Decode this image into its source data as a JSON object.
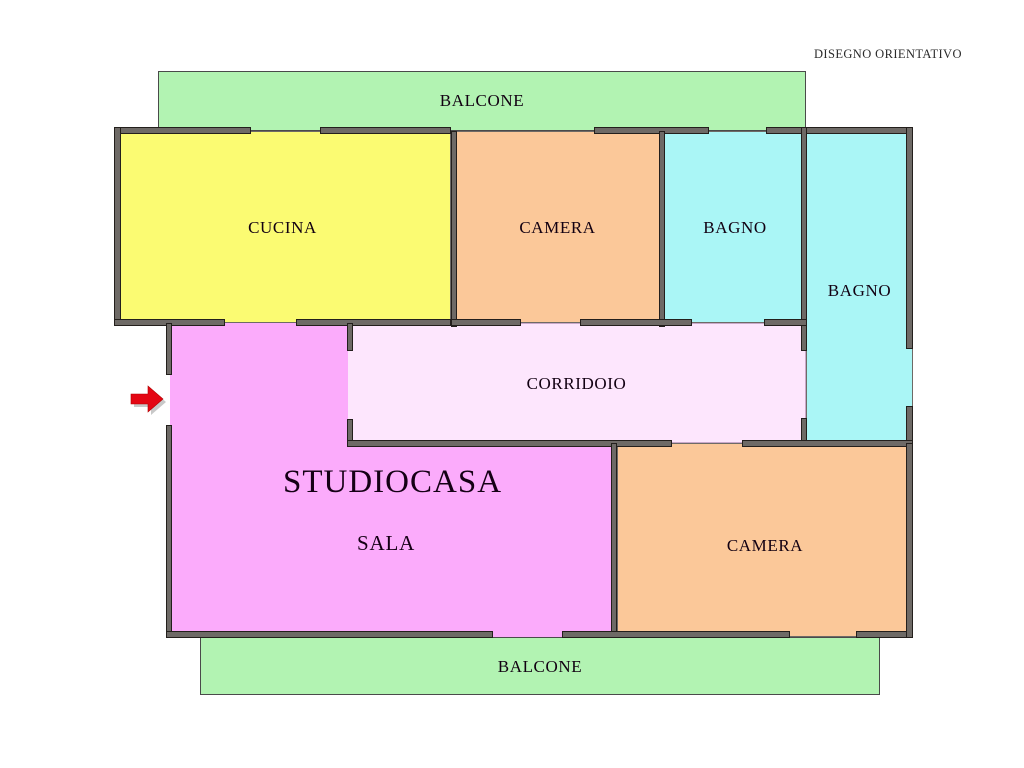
{
  "header": {
    "note": "DISEGNO ORIENTATIVO"
  },
  "watermark": {
    "brand": "STUDIOCASA"
  },
  "colors": {
    "balcony": "#b2f3b2",
    "kitchen": "#fbfb72",
    "bedroom": "#fbc899",
    "bathroom": "#aaf6f6",
    "living": "#fbabfb",
    "corridor": "#fde6fd",
    "wall_fill": "#6e6a66",
    "wall_stroke": "#231f1c",
    "arrow": "#e40613",
    "outline": "#4a4a4a",
    "text": "#120012"
  },
  "rooms": [
    {
      "id": "balcone-top",
      "label": "BALCONE",
      "color_key": "balcony"
    },
    {
      "id": "cucina",
      "label": "CUCINA",
      "color_key": "kitchen"
    },
    {
      "id": "camera-top",
      "label": "CAMERA",
      "color_key": "bedroom"
    },
    {
      "id": "bagno-1",
      "label": "BAGNO",
      "color_key": "bathroom"
    },
    {
      "id": "bagno-2",
      "label": "BAGNO",
      "color_key": "bathroom"
    },
    {
      "id": "corridoio",
      "label": "CORRIDOIO",
      "color_key": "corridor"
    },
    {
      "id": "sala",
      "label": "SALA",
      "color_key": "living"
    },
    {
      "id": "camera-bottom",
      "label": "CAMERA",
      "color_key": "bedroom"
    },
    {
      "id": "balcone-bottom",
      "label": "BALCONE",
      "color_key": "balcony"
    }
  ],
  "entrance": {
    "icon": "right-arrow-icon",
    "meaning": "ingresso"
  }
}
